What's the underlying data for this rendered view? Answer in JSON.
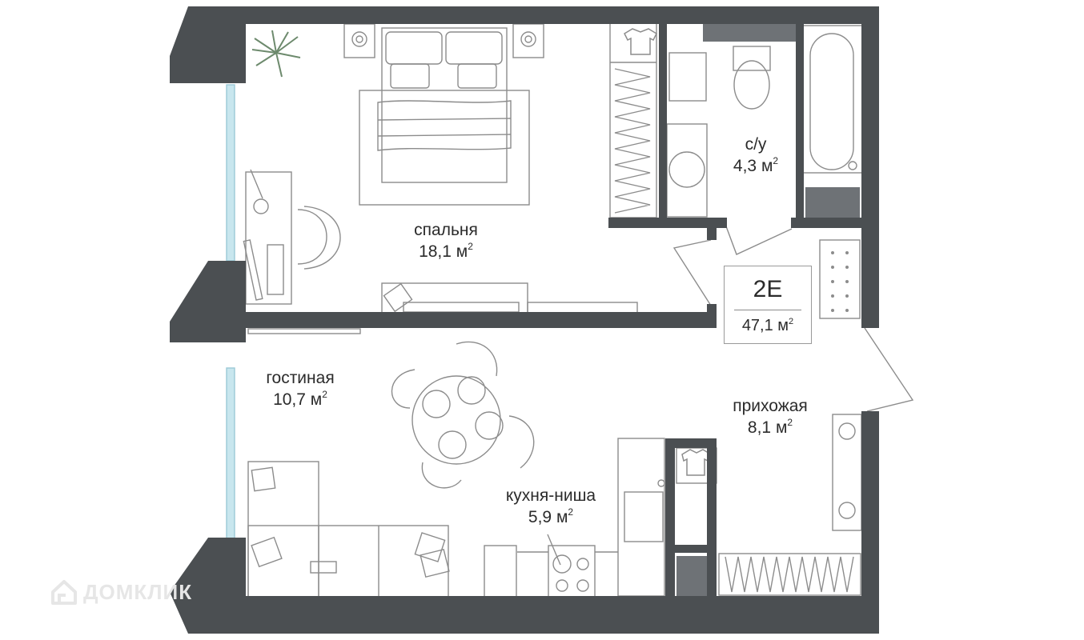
{
  "plan": {
    "code": "2E",
    "total_area": "47,1 м",
    "area_sup": "2",
    "rooms": [
      {
        "id": "bedroom",
        "name": "спальня",
        "area": "18,1 м"
      },
      {
        "id": "bathroom",
        "name": "с/у",
        "area": "4,3 м"
      },
      {
        "id": "living",
        "name": "гостиная",
        "area": "10,7 м"
      },
      {
        "id": "hallway",
        "name": "прихожая",
        "area": "8,1 м"
      },
      {
        "id": "kitchen",
        "name": "кухня-ниша",
        "area": "5,9 м"
      }
    ]
  },
  "watermark": {
    "text": "ДОМКЛИК",
    "icon": "house-logo-icon"
  },
  "colors": {
    "wall": "#4b4f52",
    "furniture_stroke": "#8c8c8c",
    "fill_gray": "#6e7276",
    "window": "#c8e6ee",
    "text": "#2b2b2b"
  }
}
